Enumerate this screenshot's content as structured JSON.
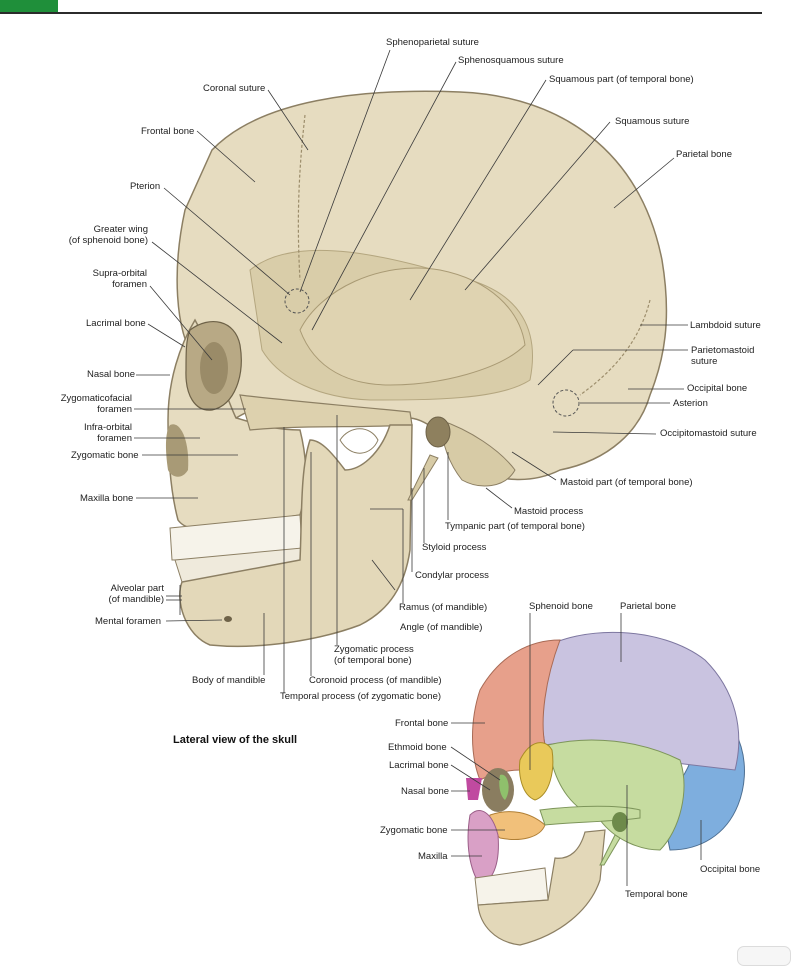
{
  "figure": {
    "caption": "Lateral view of the skull"
  },
  "labels_left": {
    "coronal_suture": "Coronal suture",
    "frontal_bone": "Frontal bone",
    "pterion": "Pterion",
    "greater_wing_1": "Greater wing",
    "greater_wing_2": "(of sphenoid bone)",
    "supraorbital_1": "Supra-orbital",
    "supraorbital_2": "foramen",
    "lacrimal_bone": "Lacrimal bone",
    "nasal_bone": "Nasal bone",
    "zygomaticofacial_1": "Zygomaticofacial",
    "zygomaticofacial_2": "foramen",
    "infraorbital_1": "Infra-orbital",
    "infraorbital_2": "foramen",
    "zygomatic_bone": "Zygomatic bone",
    "maxilla_bone": "Maxilla bone",
    "alveolar_1": "Alveolar part",
    "alveolar_2": "(of mandible)",
    "mental_foramen": "Mental foramen",
    "body_of_mandible": "Body of mandible"
  },
  "labels_top": {
    "sphenoparietal": "Sphenoparietal suture",
    "sphenosquamous": "Sphenosquamous suture",
    "squamous_part": "Squamous part (of temporal bone)",
    "squamous_suture": "Squamous suture",
    "parietal_bone": "Parietal bone"
  },
  "labels_right": {
    "lambdoid": "Lambdoid suture",
    "parietomastoid_1": "Parietomastoid",
    "parietomastoid_2": "suture",
    "occipital_bone": "Occipital bone",
    "asterion": "Asterion",
    "occipitomastoid": "Occipitomastoid suture",
    "mastoid_part": "Mastoid part (of temporal bone)"
  },
  "labels_bottom": {
    "mastoid_process": "Mastoid process",
    "tympanic_part": "Tympanic part (of temporal bone)",
    "styloid_process": "Styloid process",
    "condylar_process": "Condylar process",
    "ramus": "Ramus (of mandible)",
    "angle": "Angle (of mandible)",
    "zygomatic_process_1": "Zygomatic process",
    "zygomatic_process_2": "(of temporal bone)",
    "coronoid_process": "Coronoid process (of mandible)",
    "temporal_process": "Temporal process (of zygomatic bone)"
  },
  "inset_labels": {
    "sphenoid_bone": "Sphenoid bone",
    "parietal_bone": "Parietal bone",
    "frontal_bone": "Frontal bone",
    "ethmoid_bone": "Ethmoid bone",
    "lacrimal_bone": "Lacrimal bone",
    "nasal_bone": "Nasal bone",
    "zygomatic_bone": "Zygomatic bone",
    "maxilla": "Maxilla",
    "occipital_bone": "Occipital bone",
    "temporal_bone": "Temporal bone"
  },
  "colors": {
    "bone": "#e6dcc0",
    "bone_shade": "#cfc29f",
    "outline": "#8c7f63",
    "leader": "#3a3a3a",
    "frontal": "#e7a08b",
    "parietal": "#c9c3e0",
    "temporal": "#c6dca0",
    "sphenoid": "#e9c95a",
    "zygomatic": "#f1c07a",
    "maxilla": "#d9a0c6",
    "occipital": "#7eaede",
    "nasal": "#c04aa0",
    "ethmoid": "#8fc06c"
  },
  "icons": {
    "header_marker": "green-tab",
    "corner_button": "rounded-button"
  }
}
